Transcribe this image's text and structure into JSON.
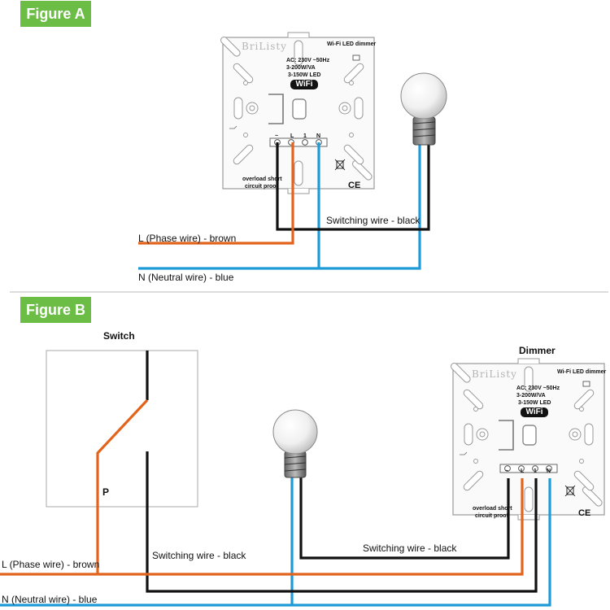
{
  "figure_a": {
    "label": "Figure A",
    "wire_l": "L (Phase wire) - brown",
    "wire_n": "N (Neutral wire) - blue",
    "wire_switching": "Switching wire - black"
  },
  "figure_b": {
    "label": "Figure B",
    "switch_title": "Switch",
    "switch_p": "P",
    "dimmer_title": "Dimmer",
    "wire_l": "L (Phase wire) - brown",
    "wire_n": "N (Neutral wire) - blue",
    "wire_switching_left": "Switching wire - black",
    "wire_switching_right": "Switching wire - black"
  },
  "dimmer": {
    "brand": "BriListy",
    "product": "Wi-Fi LED dimmer",
    "spec_1": "AC: 230V ~50Hz",
    "spec_2": "3-200W/VA",
    "spec_3": "3-150W LED",
    "wifi": "WiFi",
    "term_dim": "~",
    "term_l": "L",
    "term_1": "1",
    "term_n": "N",
    "overload_1": "overload short",
    "overload_2": "circuit proof",
    "ce": "CE"
  },
  "colors": {
    "brown": "#e2641c",
    "blue": "#1e9bd7",
    "black": "#111111",
    "green": "#6cbd45",
    "separator": "#bbbbbb"
  }
}
